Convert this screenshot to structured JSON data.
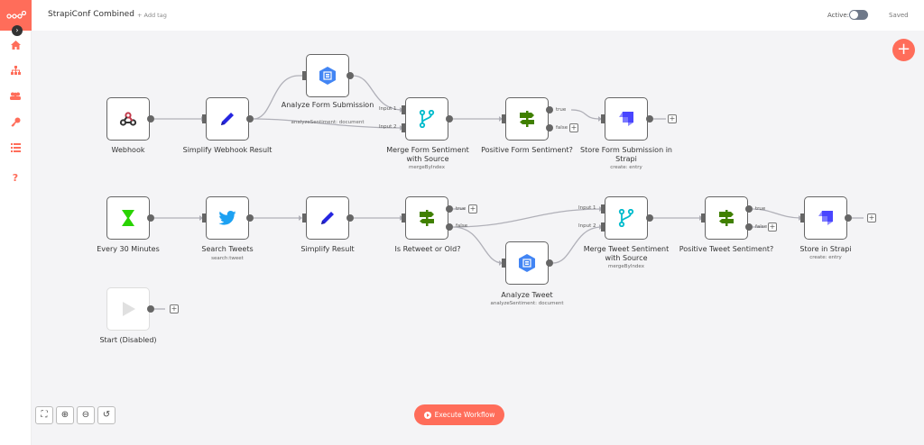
{
  "header": {
    "workflow_name": "StrapiConf Combined",
    "add_tag": "+ Add tag",
    "active_label": "Active:",
    "saved_label": "Saved"
  },
  "sidebar": {
    "items": [
      "home-icon",
      "network-icon",
      "users-icon",
      "key-icon",
      "list-icon",
      "help-icon"
    ],
    "collapse_glyph": "›",
    "help_glyph": "?"
  },
  "nodes": [
    {
      "id": "webhook",
      "label": "Webhook",
      "sub": ""
    },
    {
      "id": "simplify-webhook",
      "label": "Simplify Webhook Result",
      "sub": ""
    },
    {
      "id": "analyze-form",
      "label": "Analyze Form Submission",
      "sub": "analyzeSentiment: document"
    },
    {
      "id": "merge-form",
      "label": "Merge Form Sentiment with Source",
      "sub": "mergeByIndex"
    },
    {
      "id": "positive-form",
      "label": "Positive Form Sentiment?",
      "sub": ""
    },
    {
      "id": "store-form",
      "label": "Store Form Submission in Strapi",
      "sub": "create: entry"
    },
    {
      "id": "every-30",
      "label": "Every 30 Minutes",
      "sub": ""
    },
    {
      "id": "search-tweets",
      "label": "Search Tweets",
      "sub": "search:tweet"
    },
    {
      "id": "simplify-result",
      "label": "Simplify Result",
      "sub": ""
    },
    {
      "id": "is-retweet",
      "label": "Is Retweet or Old?",
      "sub": ""
    },
    {
      "id": "analyze-tweet",
      "label": "Analyze Tweet",
      "sub": "analyzeSentiment: document"
    },
    {
      "id": "merge-tweet",
      "label": "Merge Tweet Sentiment with Source",
      "sub": "mergeByIndex"
    },
    {
      "id": "positive-tweet",
      "label": "Positive Tweet Sentiment?",
      "sub": ""
    },
    {
      "id": "store-strapi",
      "label": "Store in Strapi",
      "sub": "create: entry"
    },
    {
      "id": "start",
      "label": "Start (Disabled)",
      "sub": ""
    }
  ],
  "port_labels": {
    "input1": "Input 1",
    "input2": "Input 2",
    "true": "true",
    "false": "false"
  },
  "plus_glyph": "+",
  "toolbar": {
    "fab": "+",
    "zoom_fit": "⛶",
    "zoom_in": "⊕",
    "zoom_out": "⊖",
    "reset": "↺",
    "execute": "Execute Workflow"
  },
  "colors": {
    "accent": "#ff6d5a",
    "node_border": "#666666",
    "strapi": "#4945ff",
    "google": "#4285f4",
    "merge": "#00bbcc",
    "if_green": "#408000",
    "twitter": "#1da1f2",
    "cron": "#29a300"
  }
}
